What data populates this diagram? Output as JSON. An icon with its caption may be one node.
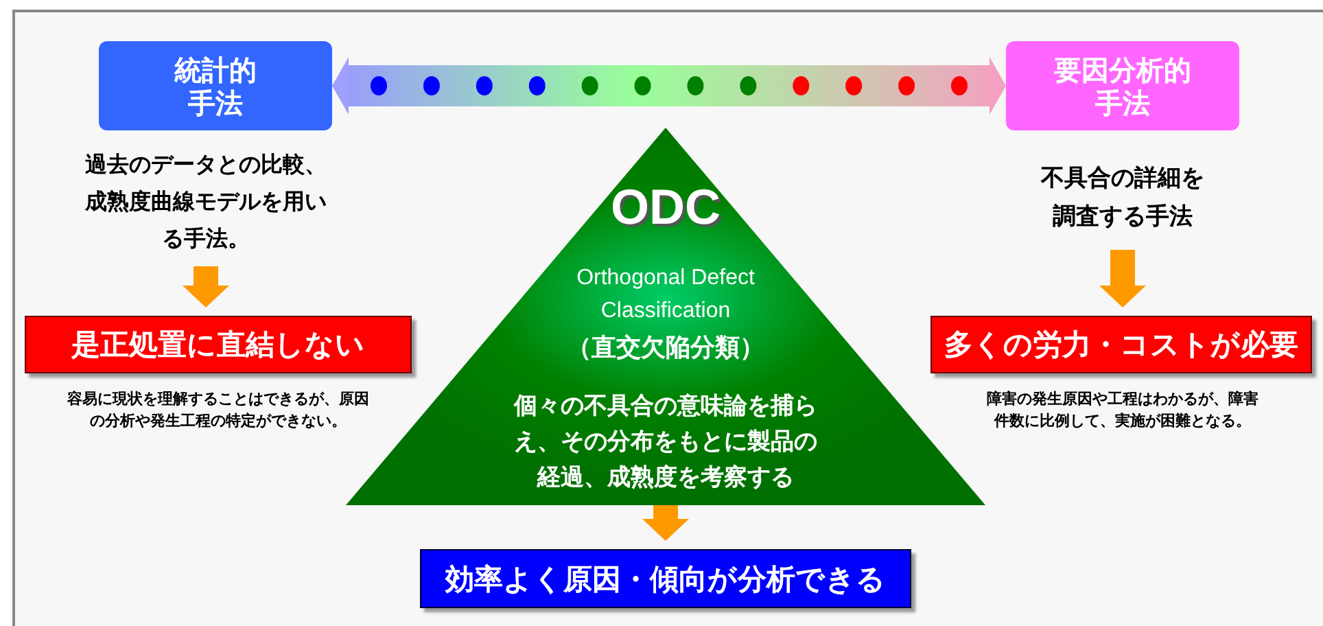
{
  "diagram": {
    "nodes": [
      {
        "text": [
          "統計的手法"
        ]
      },
      {
        "text": [
          "要因分析的手法"
        ]
      },
      {
        "text": [
          "過去のデータとの比較、成熟度曲線モデルを用いる手法。"
        ]
      },
      {
        "text": [
          "是正処置に直結しない"
        ]
      },
      {
        "text": [
          "不具合の詳細を調査する手法"
        ]
      },
      {
        "text": [
          "多くの労力・コストが必要"
        ]
      },
      {
        "text": [
          "ODC",
          "Orthogonal Defect Classification",
          "（直交欠陥分類）",
          "個々の不具合の意味論を捕らえ、その分布をもとに製品の経過、成熟度を考察する"
        ]
      },
      {
        "text": [
          "効率よく原因・傾向が分析できる"
        ]
      }
    ],
    "edges": [
      {
        "from": 0,
        "to": 1,
        "arrow": "both",
        "style": "thick"
      },
      {
        "from": 2,
        "to": 3,
        "arrow": "to"
      },
      {
        "from": 4,
        "to": 5,
        "arrow": "to"
      },
      {
        "from": 6,
        "to": 7,
        "arrow": "to"
      }
    ],
    "labels": [
      "容易に現状を理解することはできるが、原因の分析や発生工程の特定ができない。",
      "障害の発生原因や工程はわかるが、障害件数に比例して、実施が困難となる。"
    ]
  }
}
